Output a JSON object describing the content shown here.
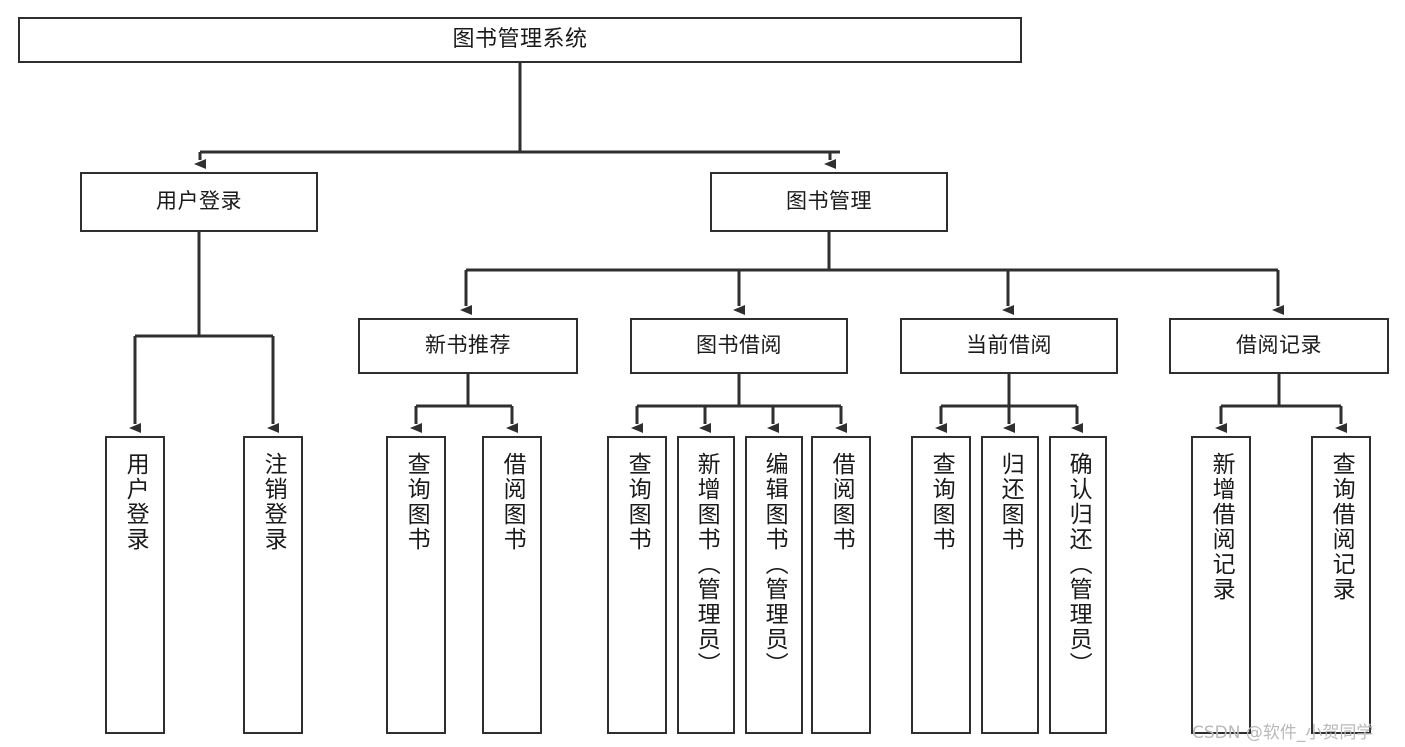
{
  "diagram": {
    "title": "图书管理系统",
    "type": "tree-hierarchy",
    "stroke_color": "#2f2f2f",
    "fill_color": "#ffffff",
    "background": "#ffffff"
  },
  "nodes": {
    "root": {
      "label": "图书管理系统"
    },
    "level1": [
      {
        "label": "用户登录"
      },
      {
        "label": "图书管理"
      }
    ],
    "level2": [
      {
        "label": "新书推荐"
      },
      {
        "label": "图书借阅"
      },
      {
        "label": "当前借阅"
      },
      {
        "label": "借阅记录"
      }
    ],
    "leaves_user_login": [
      {
        "label": "用户登录"
      },
      {
        "label": "注销登录"
      }
    ],
    "leaves_new_book": [
      {
        "label": "查询图书"
      },
      {
        "label": "借阅图书"
      }
    ],
    "leaves_borrow": [
      {
        "label": "查询图书"
      },
      {
        "label": "新增图书（管理员）"
      },
      {
        "label": "编辑图书（管理员）"
      },
      {
        "label": "借阅图书"
      }
    ],
    "leaves_current": [
      {
        "label": "查询图书"
      },
      {
        "label": "归还图书"
      },
      {
        "label": "确认归还（管理员）"
      }
    ],
    "leaves_records": [
      {
        "label": "新增借阅记录"
      },
      {
        "label": "查询借阅记录"
      }
    ]
  },
  "watermark": {
    "text": "CSDN @软件_小贺同学"
  }
}
